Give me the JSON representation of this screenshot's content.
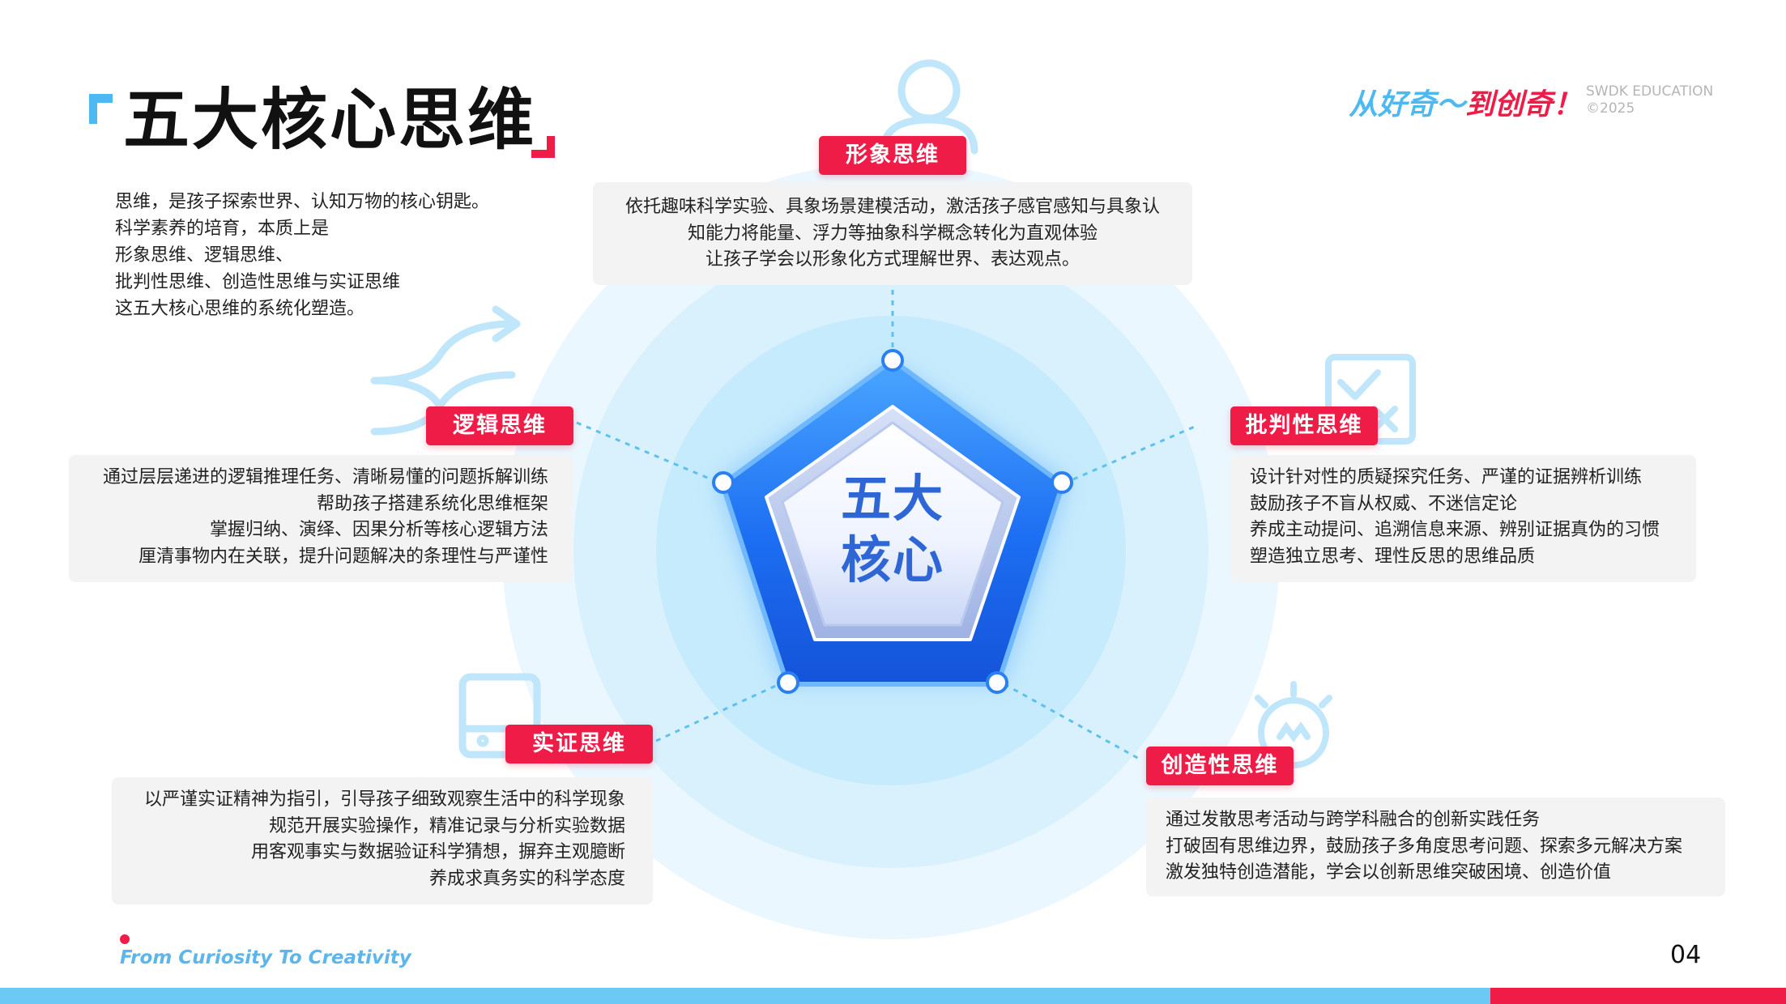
{
  "title": "五大核心思维",
  "intro": [
    "思维，是孩子探索世界、认知万物的核心钥匙。",
    "科学素养的培育，本质上是",
    "形象思维、逻辑思维、",
    "批判性思维、创造性思维与实证思维",
    "这五大核心思维的系统化塑造。"
  ],
  "brand": {
    "slogan_part1": "从好奇～",
    "slogan_part2": "到创奇！",
    "company": "SWDK EDUCATION",
    "copyright": "©2025"
  },
  "center": {
    "line1": "五大",
    "line2": "核心"
  },
  "modes": {
    "xingxiang": {
      "label": "形象思维",
      "lines": [
        "依托趣味科学实验、具象场景建模活动，激活孩子感官感知与具象认",
        "知能力将能量、浮力等抽象科学概念转化为直观体验",
        "让孩子学会以形象化方式理解世界、表达观点。"
      ]
    },
    "luoji": {
      "label": "逻辑思维",
      "lines": [
        "通过层层递进的逻辑推理任务、清晰易懂的问题拆解训练",
        "帮助孩子搭建系统化思维框架",
        "掌握归纳、演绎、因果分析等核心逻辑方法",
        "厘清事物内在关联，提升问题解决的条理性与严谨性"
      ]
    },
    "pipan": {
      "label": "批判性思维",
      "lines": [
        "设计针对性的质疑探究任务、严谨的证据辨析训练",
        "鼓励孩子不盲从权威、不迷信定论",
        "养成主动提问、追溯信息来源、辨别证据真伪的习惯",
        "塑造独立思考、理性反思的思维品质"
      ]
    },
    "shizheng": {
      "label": "实证思维",
      "lines": [
        "以严谨实证精神为指引，引导孩子细致观察生活中的科学现象",
        "规范开展实验操作，精准记录与分析实验数据",
        "用客观事实与数据验证科学猜想，摒弃主观臆断",
        "养成求真务实的科学态度"
      ]
    },
    "chuangzao": {
      "label": "创造性思维",
      "lines": [
        "通过发散思考活动与跨学科融合的创新实践任务",
        "打破固有思维边界，鼓励孩子多角度思考问题、探索多元解决方案",
        "激发独特创造潜能，学会以创新思维突破困境、创造价值"
      ]
    }
  },
  "footer": {
    "tagline": "From Curiosity To Creativity",
    "page": "04"
  },
  "colors": {
    "accent_red": "#ee1c47",
    "accent_blue": "#4db9f0",
    "light_blue": "#d9f1fc",
    "box_gray": "#f3f3f3"
  },
  "icons": [
    "person-icon",
    "shuffle-icon",
    "checklist-icon",
    "box-icon",
    "lightbulb-icon"
  ]
}
